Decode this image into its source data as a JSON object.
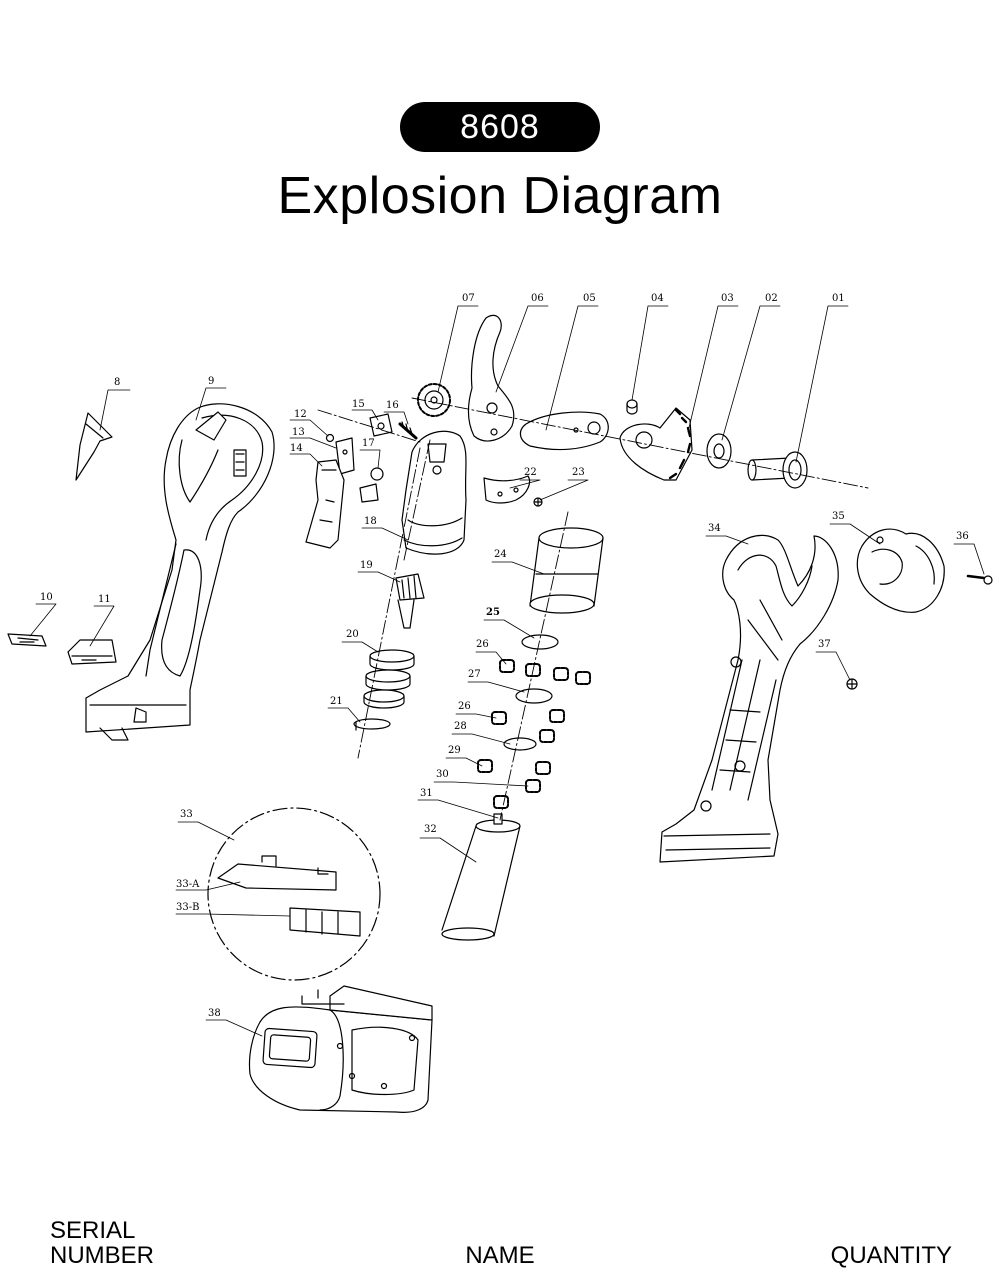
{
  "header": {
    "model": "8608",
    "title": "Explosion Diagram"
  },
  "diagram": {
    "labels": {
      "p01": "01",
      "p02": "02",
      "p03": "03",
      "p04": "04",
      "p05": "05",
      "p06": "06",
      "p07": "07",
      "p8": "8",
      "p9": "9",
      "p10": "10",
      "p11": "11",
      "p12": "12",
      "p13": "13",
      "p14": "14",
      "p15": "15",
      "p16": "16",
      "p17": "17",
      "p18": "18",
      "p19": "19",
      "p20": "20",
      "p21": "21",
      "p22": "22",
      "p23": "23",
      "p24": "24",
      "p25": "25",
      "p26a": "26",
      "p26b": "26",
      "p27": "27",
      "p28": "28",
      "p29": "29",
      "p30": "30",
      "p31": "31",
      "p32": "32",
      "p33": "33",
      "p33a": "33-A",
      "p33b": "33-B",
      "p34": "34",
      "p35": "35",
      "p36": "36",
      "p37": "37",
      "p38": "38"
    }
  },
  "footer": {
    "serial_line1": "SERIAL",
    "serial_line2": "NUMBER",
    "name": "NAME",
    "quantity": "QUANTITY"
  }
}
